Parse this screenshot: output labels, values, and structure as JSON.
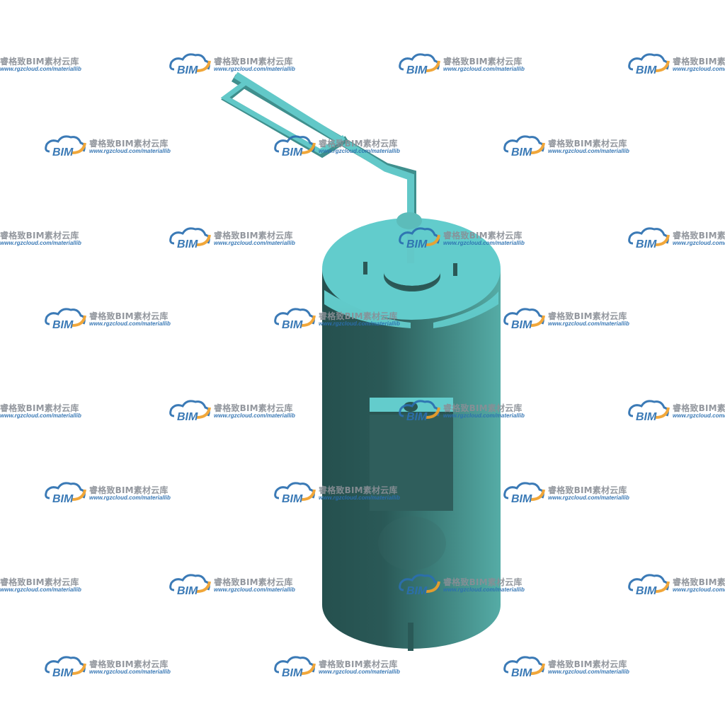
{
  "watermark": {
    "logo_text": "BIM",
    "brand": "睿格致BIM素材云库",
    "url": "www.rgzcloud.com/materiallib",
    "icon": "cloud-logo-icon"
  },
  "colors": {
    "tank_top": "#62cccc",
    "tank_side_dark": "#25504e",
    "tank_side_mid": "#3a7a76",
    "tank_side_light": "#4ea6a0",
    "pipe": "#62c8c8",
    "pipe_shadow": "#3f8f8d",
    "panel": "#2f5e5c",
    "panel_top": "#63cccc",
    "logo_blue": "#2b6fb0",
    "logo_orange": "#f0a02a",
    "logo_gray": "#8a8f96"
  }
}
